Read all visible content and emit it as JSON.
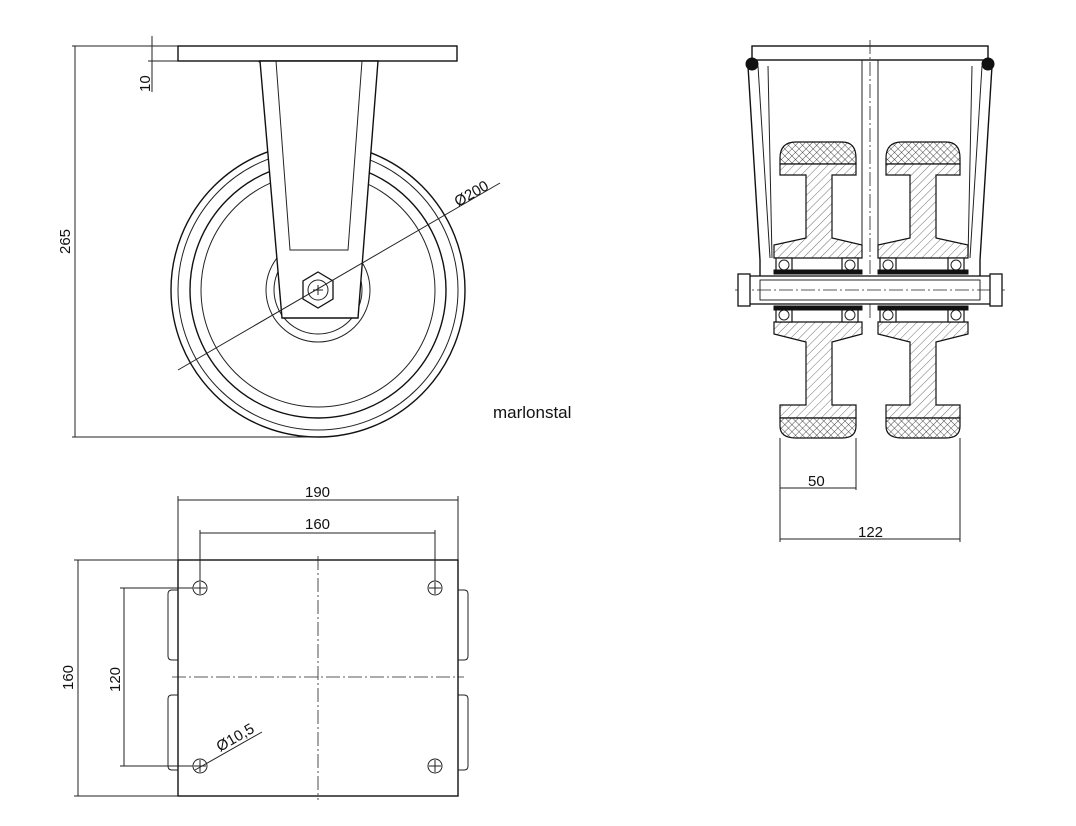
{
  "brand": "marlonstal",
  "side_view": {
    "height_label": "265",
    "plate_thickness_label": "10",
    "wheel_diameter_label": "Ø200"
  },
  "front_view": {
    "hub_width_label": "50",
    "overall_width_label": "122"
  },
  "top_plate": {
    "plate_width_label": "190",
    "hole_spacing_x_label": "160",
    "plate_length_label": "160",
    "hole_spacing_y_label": "120",
    "hole_diameter_label": "Ø10,5"
  }
}
